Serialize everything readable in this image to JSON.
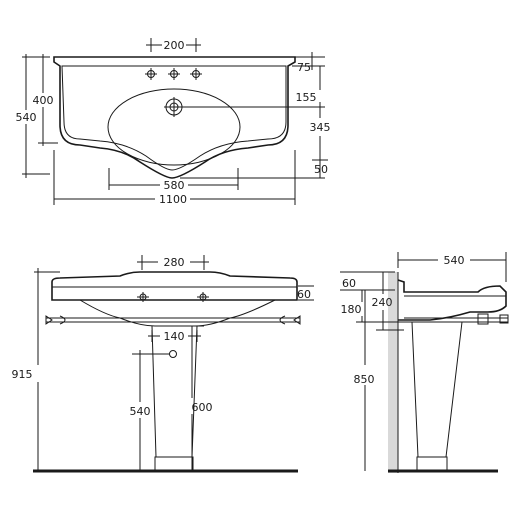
{
  "top_view": {
    "dim_tap_spacing": "200",
    "dim_depth_total": "540",
    "dim_depth_bowl": "400",
    "dim_rim_back": "75",
    "dim_drain_offset": "155",
    "dim_front_depth": "345",
    "dim_front_lip": "50",
    "dim_front_width": "580",
    "dim_total_width": "1100"
  },
  "front_view": {
    "dim_top_width": "280",
    "dim_rim_height": "60",
    "dim_pedestal_width": "140",
    "dim_total_height": "915",
    "dim_drain_height": "540",
    "dim_pedestal_height": "600"
  },
  "side_view": {
    "dim_depth": "540",
    "dim_top_rim": "60",
    "dim_back_height": "240",
    "dim_rail_height": "180",
    "dim_basin_height": "850"
  }
}
